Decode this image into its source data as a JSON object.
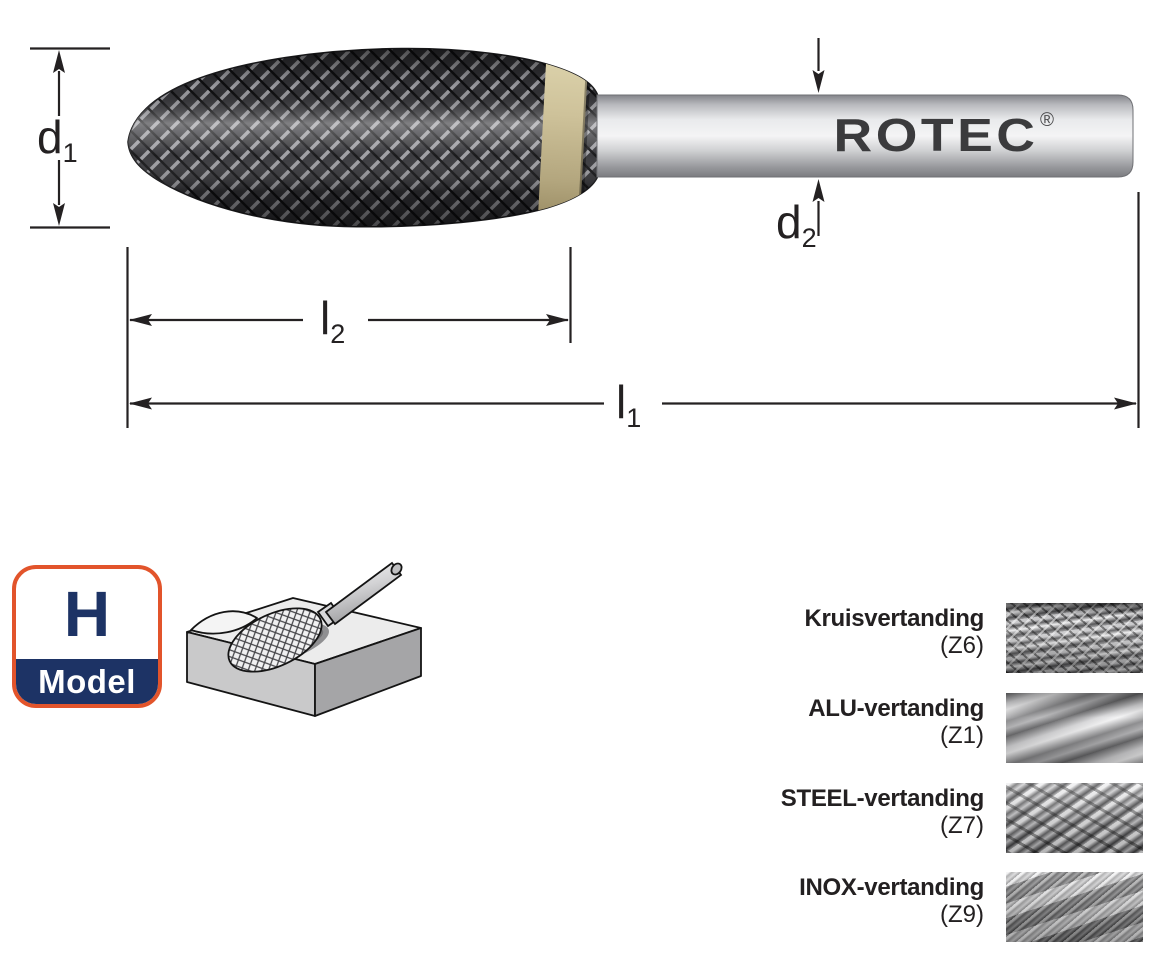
{
  "drawing": {
    "dimensions": {
      "d1": {
        "base": "d",
        "sub": "1"
      },
      "d2": {
        "base": "d",
        "sub": "2"
      },
      "l1": {
        "base": "l",
        "sub": "1"
      },
      "l2": {
        "base": "l",
        "sub": "2"
      }
    },
    "brand": {
      "text": "ROTEC",
      "registered": "®"
    }
  },
  "badge": {
    "letter": "H",
    "label": "Model"
  },
  "application_icon": "flame-burr-cutting-workpiece",
  "teeth_types": [
    {
      "name": "Kruisvertanding",
      "code": "(Z6)",
      "texture": "cross-cut-texture"
    },
    {
      "name": "ALU-vertanding",
      "code": "(Z1)",
      "texture": "alu-cut-texture"
    },
    {
      "name": "STEEL-vertanding",
      "code": "(Z7)",
      "texture": "steel-cut-texture"
    },
    {
      "name": "INOX-vertanding",
      "code": "(Z9)",
      "texture": "inox-cut-texture"
    }
  ],
  "colors": {
    "badge_border_orange": "#e2542b",
    "badge_navy": "#1d3365",
    "dimension_line": "#242122",
    "braze_gold": "#cec29a",
    "logo_gray": "#3b3b3d",
    "background": "#ffffff"
  }
}
